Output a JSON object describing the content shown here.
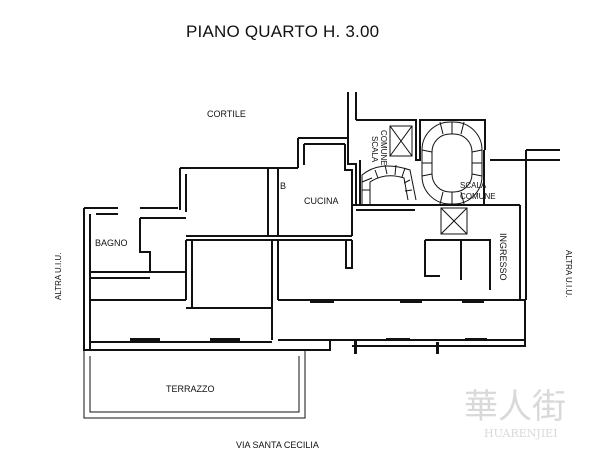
{
  "plan": {
    "title": "PIANO QUARTO H. 3.00",
    "labels": {
      "cortile": "CORTILE",
      "bagno": "BAGNO",
      "b": "B",
      "cucina": "CUCINA",
      "scala1_line1": "SCALA",
      "scala1_line2": "COMUNE",
      "scala2_line1": "SCALA",
      "scala2_line2": "COMUNE",
      "ingresso": "INGRESSO",
      "altra_left": "ALTRA U.I.U.",
      "altra_right": "ALTRA U.I.U.",
      "terrazzo": "TERRAZZO",
      "street": "VIA SANTA CECILIA"
    },
    "watermark": {
      "glyphs": "華人街",
      "text": "HUARENJIEI"
    }
  }
}
